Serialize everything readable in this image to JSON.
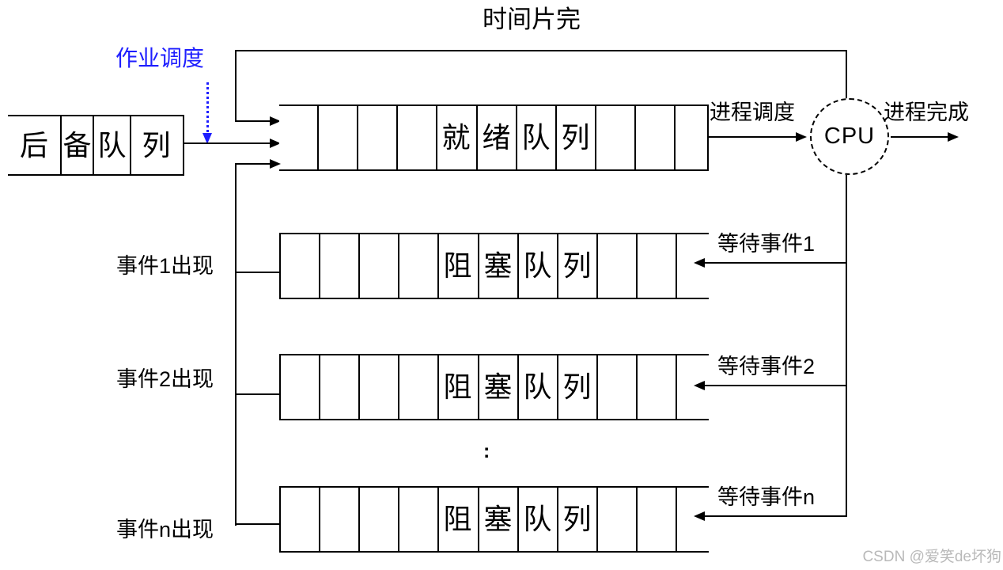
{
  "title": "时间片完",
  "labels": {
    "job_scheduling": "作业调度",
    "process_scheduling": "进程调度",
    "process_complete": "进程完成",
    "cpu": "CPU",
    "event1_occurs": "事件1出现",
    "event2_occurs": "事件2出现",
    "eventn_occurs": "事件n出现",
    "wait_event1": "等待事件1",
    "wait_event2": "等待事件2",
    "wait_eventn": "等待事件n",
    "ellipsis": ":"
  },
  "queues": {
    "backup": {
      "name": "后备队列",
      "chars": [
        "后",
        "备",
        "队",
        "列"
      ]
    },
    "ready": {
      "name": "就绪队列",
      "chars": [
        "就",
        "绪",
        "队",
        "列"
      ]
    },
    "blocked1": {
      "name": "阻塞队列",
      "chars": [
        "阻",
        "塞",
        "队",
        "列"
      ]
    },
    "blocked2": {
      "name": "阻塞队列",
      "chars": [
        "阻",
        "塞",
        "队",
        "列"
      ]
    },
    "blockedn": {
      "name": "阻塞队列",
      "chars": [
        "阻",
        "塞",
        "队",
        "列"
      ]
    }
  },
  "watermark": "CSDN @爱笑de坏狗",
  "colors": {
    "line": "#000000",
    "accent_blue": "#1e1eff",
    "watermark_gray": "#b9b9b9"
  }
}
